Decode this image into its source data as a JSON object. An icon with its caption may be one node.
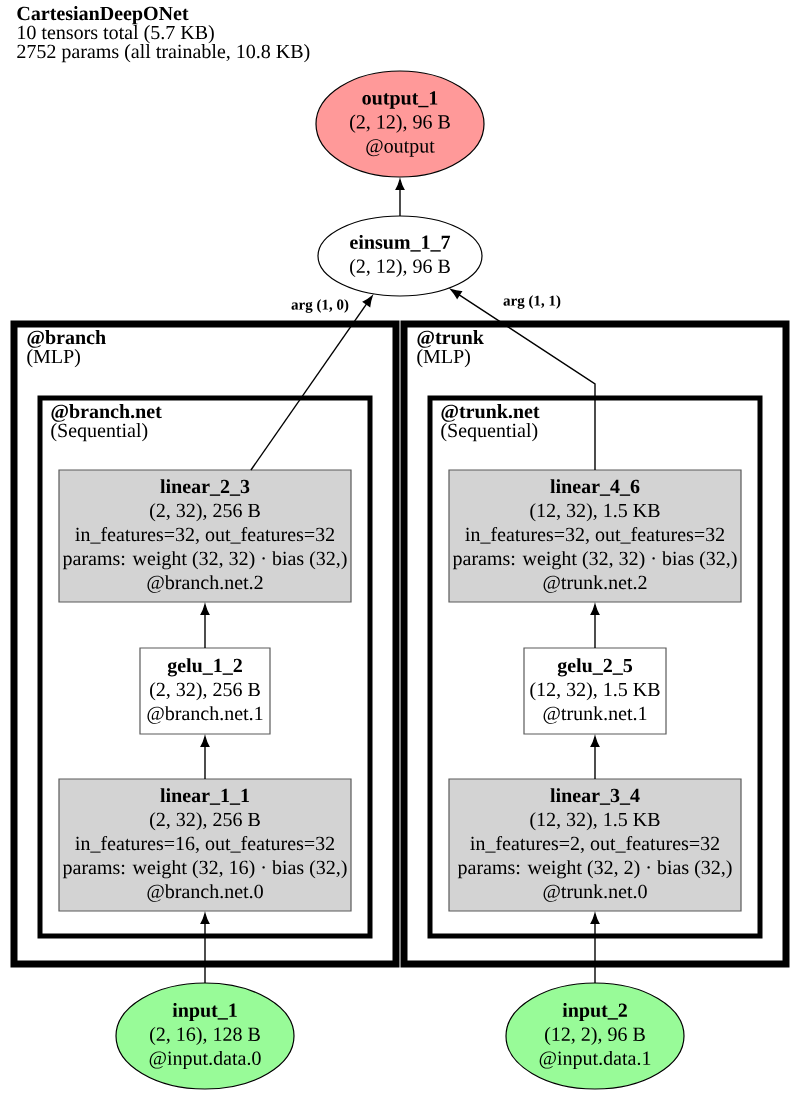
{
  "diagram": {
    "title": "CartesianDeepONet",
    "nodes": [
      {
        "text": [
          "output_1",
          "(2, 12), 96 B",
          "@output"
        ]
      },
      {
        "text": [
          "einsum_1_7",
          "(2, 12), 96 B"
        ]
      },
      {
        "text": [
          "@branch",
          "(MLP)"
        ]
      },
      {
        "text": [
          "@branch.net",
          "(Sequential)"
        ],
        "in": 2
      },
      {
        "text": [
          "linear_2_3",
          "(2, 32), 256 B",
          "in_features=32, out_features=32",
          "params: weight (32, 32) · bias (32,)",
          "@branch.net.2"
        ],
        "in": 3
      },
      {
        "text": [
          "gelu_1_2",
          "(2, 32), 256 B",
          "@branch.net.1"
        ],
        "in": 3
      },
      {
        "text": [
          "linear_1_1",
          "(2, 32), 256 B",
          "in_features=16, out_features=32",
          "params: weight (32, 16) · bias (32,)",
          "@branch.net.0"
        ],
        "in": 3
      },
      {
        "text": [
          "@trunk",
          "(MLP)"
        ]
      },
      {
        "text": [
          "@trunk.net",
          "(Sequential)"
        ],
        "in": 7
      },
      {
        "text": [
          "linear_4_6",
          "(12, 32), 1.5 KB",
          "in_features=32, out_features=32",
          "params: weight (32, 32) · bias (32,)",
          "@trunk.net.2"
        ],
        "in": 8
      },
      {
        "text": [
          "gelu_2_5",
          "(12, 32), 1.5 KB",
          "@trunk.net.1"
        ],
        "in": 8
      },
      {
        "text": [
          "linear_3_4",
          "(12, 32), 1.5 KB",
          "in_features=2, out_features=32",
          "params: weight (32, 2) · bias (32,)",
          "@trunk.net.0"
        ],
        "in": 8
      },
      {
        "text": [
          "input_1",
          "(2, 16), 128 B",
          "@input.data.0"
        ]
      },
      {
        "text": [
          "input_2",
          "(12, 2), 96 B",
          "@input.data.1"
        ]
      }
    ],
    "edges": [
      {
        "from": 12,
        "to": 6,
        "arrow": "to"
      },
      {
        "from": 6,
        "to": 5,
        "arrow": "to"
      },
      {
        "from": 5,
        "to": 4,
        "arrow": "to"
      },
      {
        "from": 4,
        "to": 1,
        "arrow": "to",
        "label": "arg (1, 0)"
      },
      {
        "from": 13,
        "to": 11,
        "arrow": "to"
      },
      {
        "from": 11,
        "to": 10,
        "arrow": "to"
      },
      {
        "from": 10,
        "to": 9,
        "arrow": "to"
      },
      {
        "from": 9,
        "to": 1,
        "arrow": "to",
        "label": "arg (1, 1)"
      },
      {
        "from": 1,
        "to": 0,
        "arrow": "to"
      }
    ],
    "labels": [
      "10 tensors total (5.7 KB)",
      "2752 params (all trainable, 10.8 KB)"
    ]
  }
}
